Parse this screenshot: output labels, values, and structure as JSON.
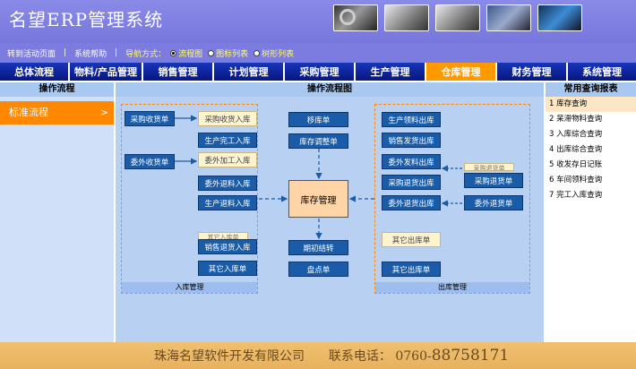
{
  "header": {
    "title": "名望ERP管理系统",
    "thumbs": [
      "gears-image",
      "people-image",
      "people-image",
      "computer-image",
      "globe-image"
    ]
  },
  "subbar": {
    "goto": "转到活动页面",
    "help": "系统帮助",
    "nav_label": "导航方式：",
    "options": [
      "流程图",
      "图标列表",
      "树形列表"
    ],
    "selected": "流程图"
  },
  "nav": {
    "tabs": [
      "总体流程",
      "物料/产品管理",
      "销售管理",
      "计划管理",
      "采购管理",
      "生产管理",
      "仓库管理",
      "财务管理",
      "系统管理"
    ],
    "active": "仓库管理"
  },
  "left": {
    "title": "操作流程",
    "items": [
      "标准流程"
    ]
  },
  "center": {
    "title": "操作流程图",
    "core": "库存管理",
    "inbound": {
      "label": "入库管理",
      "buttons": [
        "采购收货单",
        "委外收货单",
        "生产完工入库",
        "委外退料入库",
        "生产退料入库",
        "销售退货入库",
        "其它入库单"
      ],
      "boxes": [
        "采购收货入库",
        "委外加工入库"
      ],
      "ghost": "其它入库单"
    },
    "middle": {
      "buttons": [
        "移库单",
        "库存调整单",
        "期初结转",
        "盘点单"
      ]
    },
    "outbound": {
      "label": "出库管理",
      "buttons": [
        "生产领料出库",
        "销售发货出库",
        "委外发料出库",
        "采购退货出库",
        "委外退货出库",
        "其它出库单"
      ],
      "boxes": [
        "其它出库单"
      ],
      "ghost": "采购退货单"
    },
    "external": {
      "buttons": [
        "采购退货单",
        "委外退货单"
      ]
    }
  },
  "right": {
    "title": "常用查询报表",
    "items": [
      "1 库存查询",
      "2 呆滞物料查询",
      "3 入库综合查询",
      "4 出库综合查询",
      "5 收发存日记账",
      "6 车间领料查询",
      "7 完工入库查询"
    ],
    "selected": 0
  },
  "footer": {
    "company": "珠海名望软件开发有限公司",
    "phone_label": "联系电话：",
    "area_code": "0760-",
    "phone": "88758171"
  },
  "colors": {
    "header_bg": "#7b7be0",
    "nav_bg": "#0a1f9a",
    "accent": "#ff8800",
    "flow_button": "#1a5ca8",
    "panel_bg": "#b8d0f2",
    "footer_bg": "#e7b25e"
  }
}
